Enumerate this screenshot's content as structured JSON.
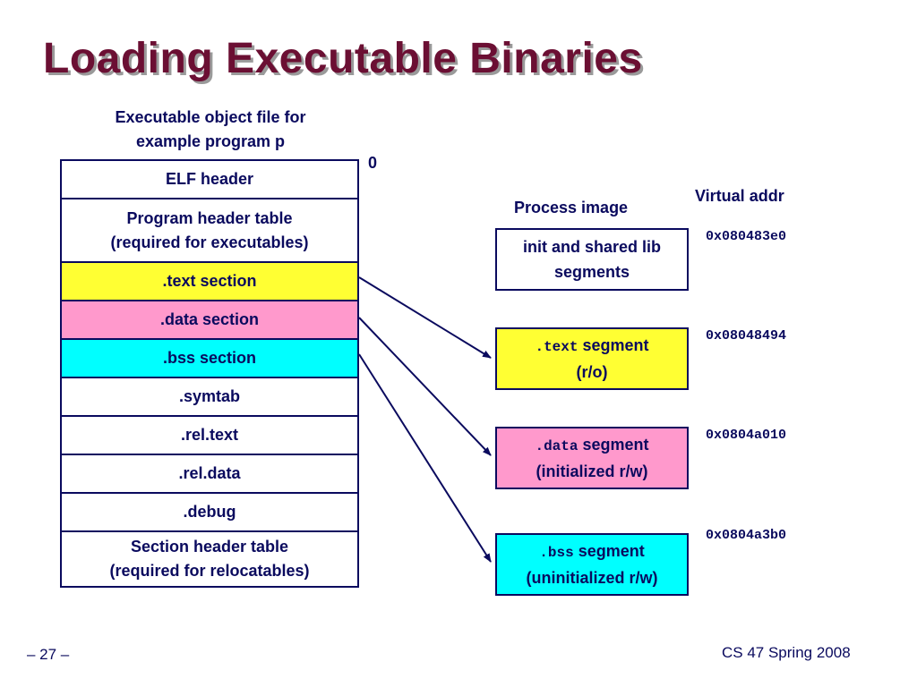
{
  "slide": {
    "title": "Loading Executable Binaries",
    "footer_left": "– 27 –",
    "footer_right": "CS 47 Spring 2008"
  },
  "file": {
    "caption_line1": "Executable object file for",
    "caption_line2": "example program p",
    "offset_zero": "0",
    "rows": [
      {
        "line1": "ELF header",
        "line2": "",
        "color": "#ffffff"
      },
      {
        "line1": "Program header table",
        "line2": "(required for executables)",
        "color": "#ffffff"
      },
      {
        "line1": ".text section",
        "line2": "",
        "color": "#ffff33"
      },
      {
        "line1": ".data section",
        "line2": "",
        "color": "#ff99cc"
      },
      {
        "line1": ".bss section",
        "line2": "",
        "color": "#00ffff"
      },
      {
        "line1": ".symtab",
        "line2": "",
        "color": "#ffffff"
      },
      {
        "line1": ".rel.text",
        "line2": "",
        "color": "#ffffff"
      },
      {
        "line1": ".rel.data",
        "line2": "",
        "color": "#ffffff"
      },
      {
        "line1": ".debug",
        "line2": "",
        "color": "#ffffff"
      },
      {
        "line1": "Section header table",
        "line2": "(required for relocatables)",
        "color": "#ffffff"
      }
    ]
  },
  "process": {
    "label": "Process image",
    "virtual_addr_label": "Virtual addr",
    "segments": [
      {
        "line1": "init and shared lib",
        "line2": "segments",
        "color": "#ffffff"
      },
      {
        "code": ".text",
        "line1": " segment",
        "line2": "(r/o)",
        "color": "#ffff33"
      },
      {
        "code": ".data",
        "line1": " segment",
        "line2": "(initialized r/w)",
        "color": "#ff99cc"
      },
      {
        "code": ".bss",
        "line1": " segment",
        "line2": "(uninitialized r/w)",
        "color": "#00ffff"
      }
    ],
    "addresses": [
      "0x080483e0",
      "0x08048494",
      "0x0804a010",
      "0x0804a3b0"
    ]
  }
}
